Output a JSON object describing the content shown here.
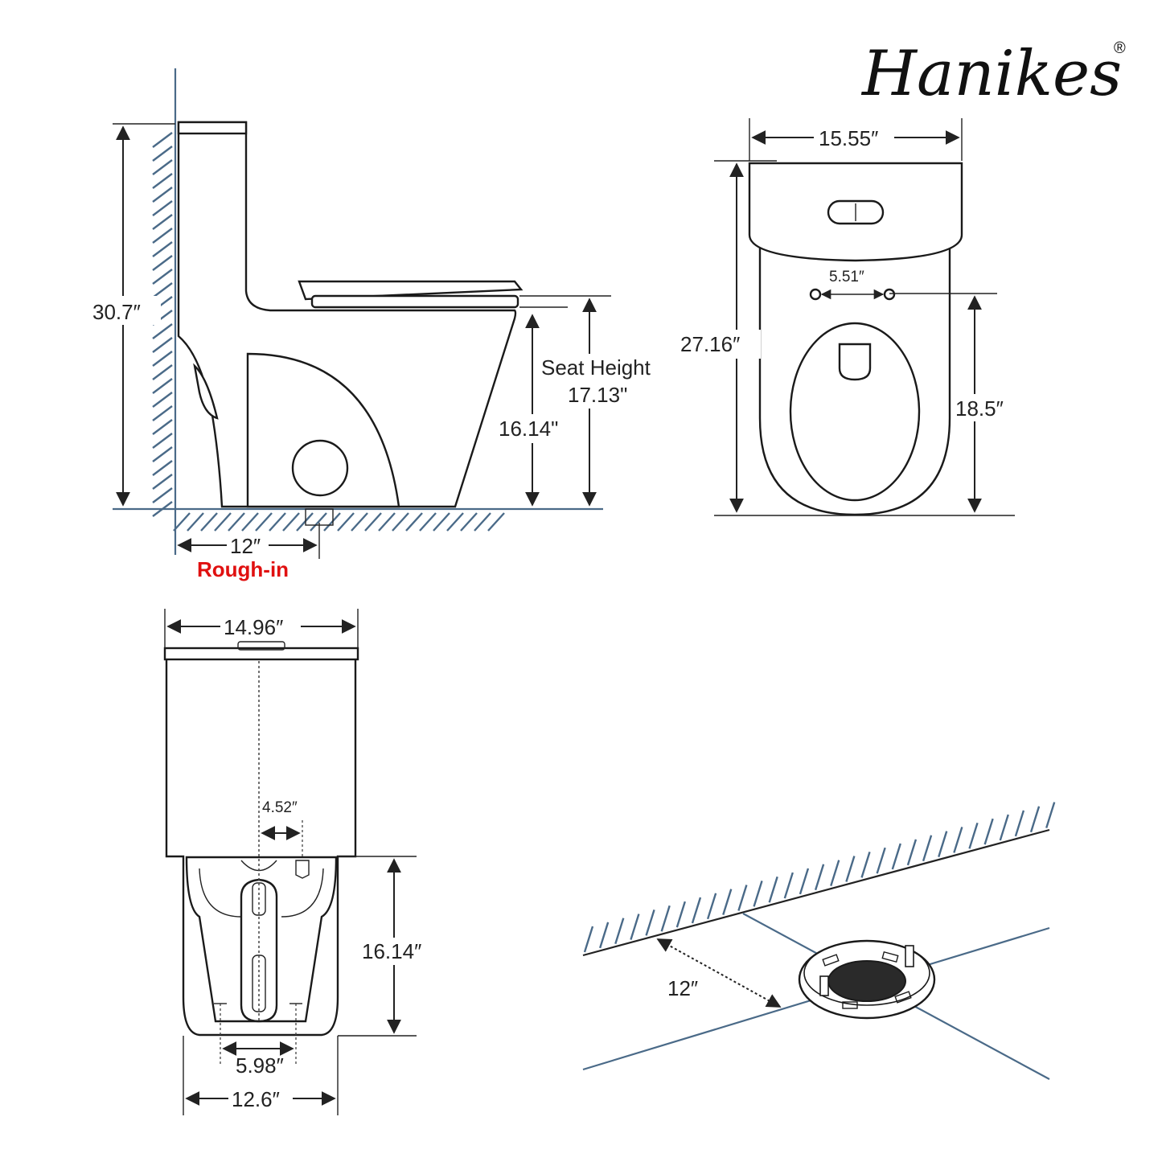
{
  "brand": {
    "name": "Hanikes",
    "registered_mark": "®"
  },
  "side_view": {
    "total_height": "30.7″",
    "seat_height_label": "Seat Height",
    "seat_height_value": "17.13\"",
    "bowl_height": "16.14\"",
    "rough_in_distance": "12″",
    "rough_in_label": "Rough-in"
  },
  "top_view": {
    "total_width": "15.55″",
    "total_length": "27.16″",
    "hinge_spacing": "5.51″",
    "bowl_length": "18.5″"
  },
  "back_view": {
    "tank_width": "14.96″",
    "outlet_offset": "4.52″",
    "base_height": "16.14″",
    "bolt_spacing": "5.98″",
    "base_width": "12.6″"
  },
  "flange_view": {
    "rough_in_distance": "12″"
  },
  "colors": {
    "wall": "#4a6a88",
    "outline": "#1a1a1a",
    "rough_in_text": "#e01010"
  }
}
